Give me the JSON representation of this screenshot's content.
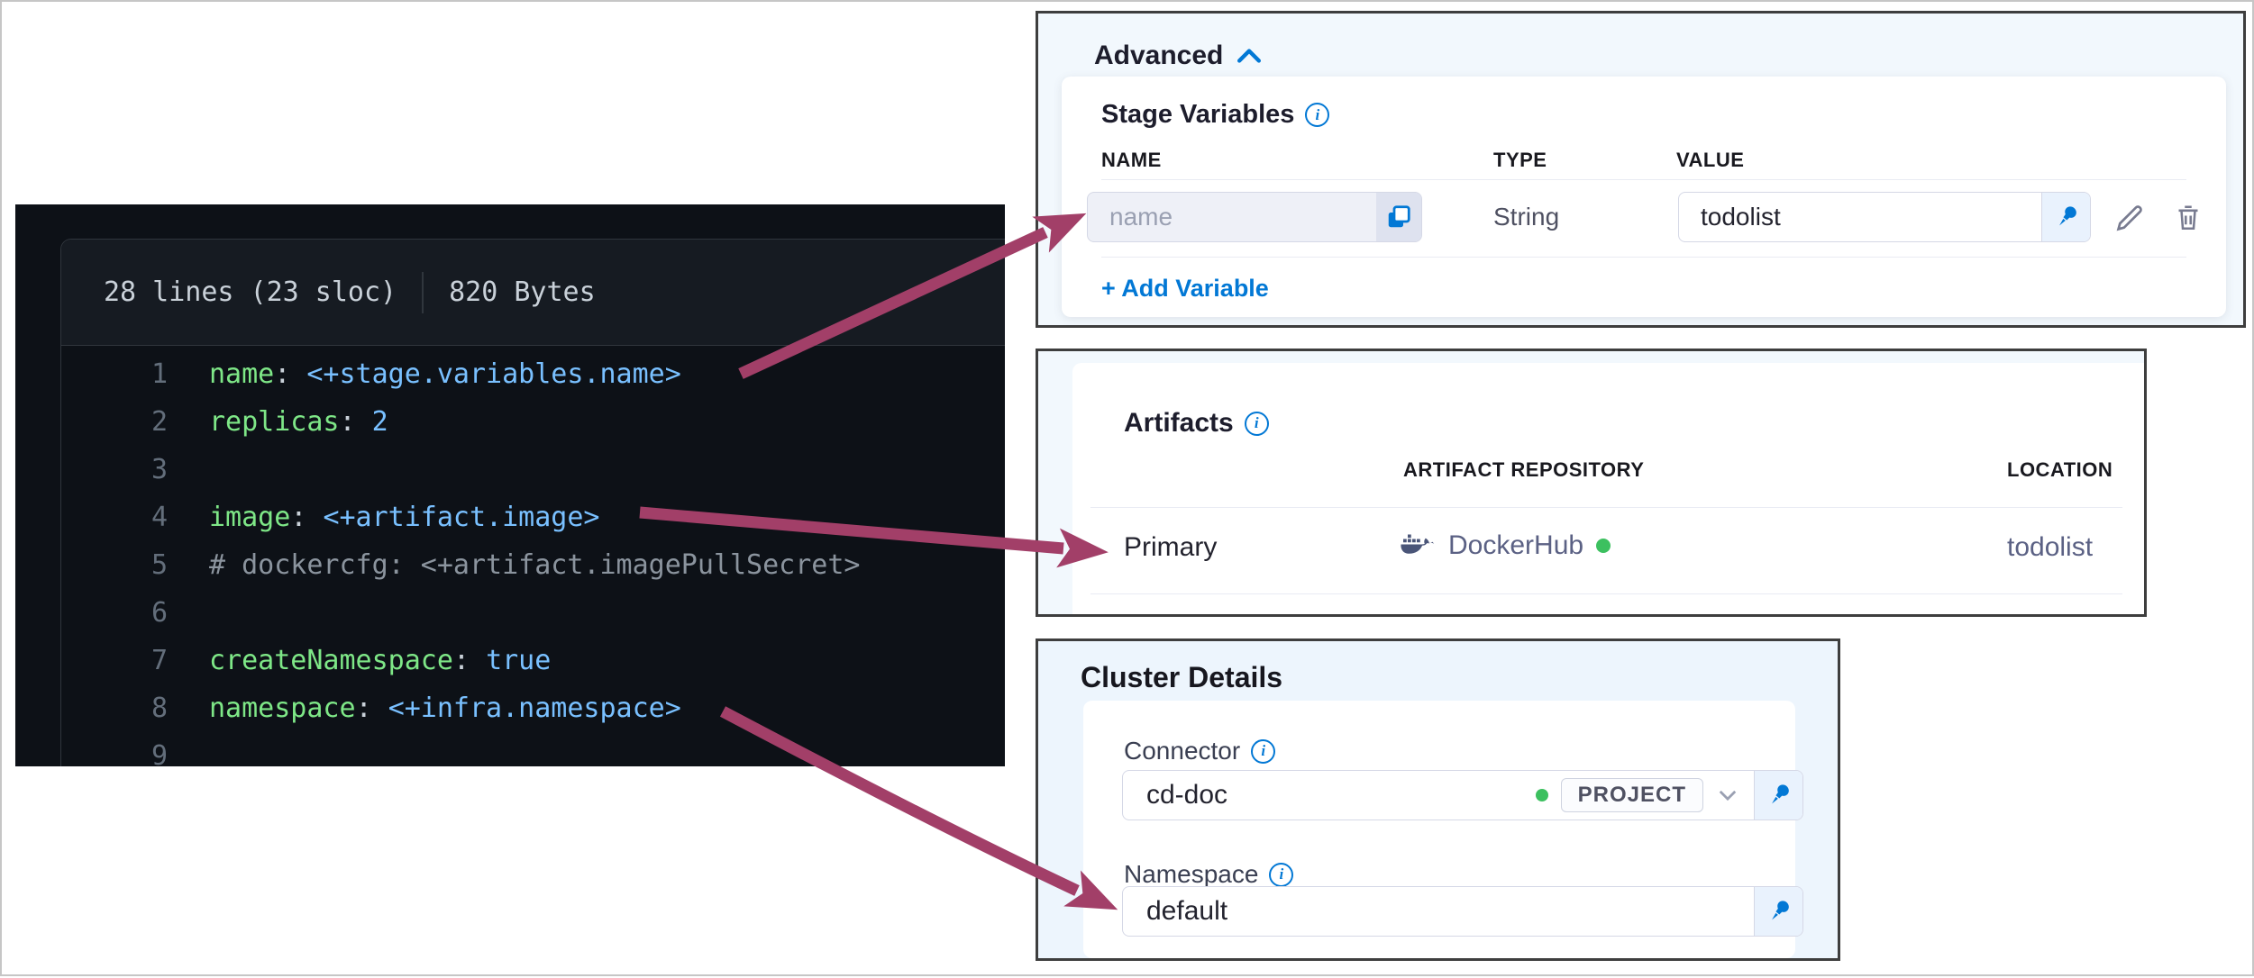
{
  "colors": {
    "accent": "#0278d5",
    "arrow": "#a23f68",
    "green-dot": "#3cc05f",
    "slate": "#5b6184",
    "dark-panel": "#0d1117",
    "code-bg": "#0d1117",
    "header-bg": "#161b22",
    "border-dark": "#30363d",
    "code-text": "#c9d1d9",
    "code-green": "#7ee787",
    "code-blue": "#79c0ff",
    "code-comment": "#8b949e",
    "line-num": "#636e7b",
    "panel-bg": "#f2f8fd",
    "panel-border": "#3e3e3e",
    "text-dark": "#1d1d2c",
    "text-mid": "#4f5162",
    "placeholder": "#9aa0b2",
    "input-border": "#d5d8e6",
    "divider": "#e9ebf3"
  },
  "icons": {
    "info": "i"
  },
  "code": {
    "header": {
      "lines": "28 lines (23 sloc)",
      "size": "820 Bytes"
    },
    "lines": [
      {
        "num": "1",
        "key": "name",
        "sep": ": ",
        "val": "<+stage.variables.name>"
      },
      {
        "num": "2",
        "key": "replicas",
        "sep": ": ",
        "val": "2"
      },
      {
        "num": "3"
      },
      {
        "num": "4",
        "key": "image",
        "sep": ": ",
        "val": "<+artifact.image>"
      },
      {
        "num": "5",
        "comment": "# dockercfg: <+artifact.imagePullSecret>"
      },
      {
        "num": "6"
      },
      {
        "num": "7",
        "key": "createNamespace",
        "sep": ": ",
        "val": "true"
      },
      {
        "num": "8",
        "key": "namespace",
        "sep": ": ",
        "val": "<+infra.namespace>"
      },
      {
        "num": "9"
      }
    ]
  },
  "advanced": {
    "title": "Advanced",
    "section": "Stage Variables",
    "columns": {
      "name": "NAME",
      "type": "TYPE",
      "value": "VALUE"
    },
    "row": {
      "name_placeholder": "name",
      "type": "String",
      "value": "todolist"
    },
    "add_variable": "+ Add Variable"
  },
  "artifacts": {
    "title": "Artifacts",
    "columns": {
      "repository": "ARTIFACT REPOSITORY",
      "location": "LOCATION"
    },
    "row": {
      "name": "Primary",
      "repository": "DockerHub",
      "location": "todolist"
    }
  },
  "cluster": {
    "title": "Cluster Details",
    "connector": {
      "label": "Connector",
      "value": "cd-doc",
      "scope": "PROJECT"
    },
    "namespace": {
      "label": "Namespace",
      "value": "default"
    }
  }
}
